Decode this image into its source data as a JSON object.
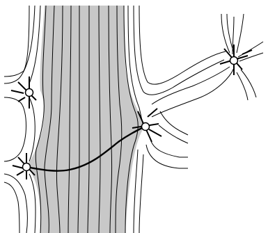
{
  "figure": {
    "type": "foliation-diagram",
    "colors": {
      "background": "#ffffff",
      "strip_fill": "#c8c8c8",
      "stroke": "#000000",
      "vertex_fill": "#ffffff"
    },
    "strip_leaf_count": 11,
    "vertex_count": 4,
    "connecting_curve": "bold-arc"
  }
}
